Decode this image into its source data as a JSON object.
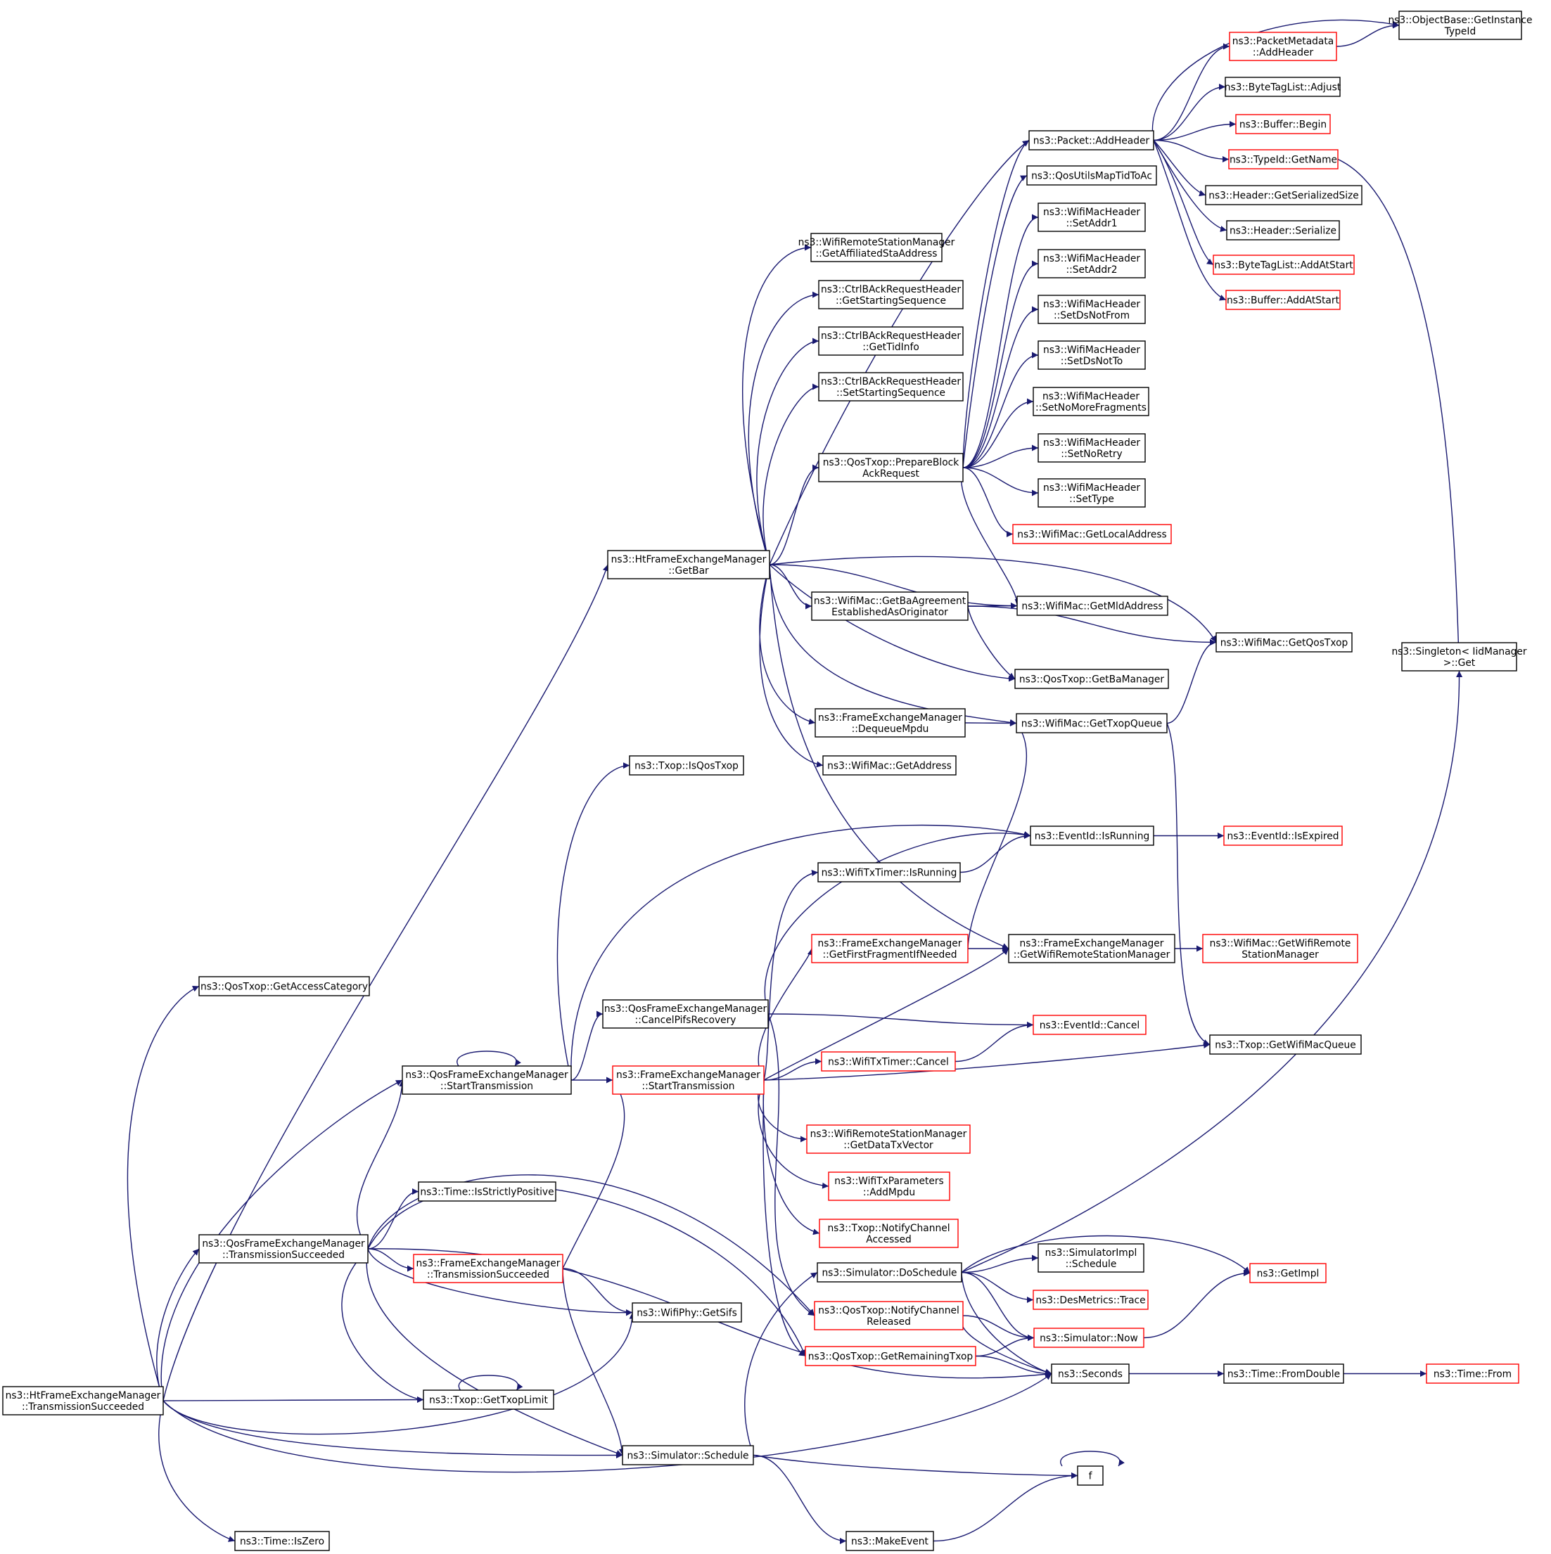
{
  "colors": {
    "edge": "#191970",
    "node_border_normal": "#000000",
    "node_border_truncated": "#ff0000",
    "root_fill": "#bfbfbf"
  },
  "nodes": [
    {
      "id": "root",
      "lines": [
        "ns3::HtFrameExchangeManager",
        "::TransmissionSucceeded"
      ],
      "style": "root"
    },
    {
      "id": "getAccessCategory",
      "lines": [
        "ns3::QosTxop::GetAccessCategory"
      ],
      "style": "normal"
    },
    {
      "id": "getBar",
      "lines": [
        "ns3::HtFrameExchangeManager",
        "::GetBar"
      ],
      "style": "normal"
    },
    {
      "id": "getAffiliated",
      "lines": [
        "ns3::WifiRemoteStationManager",
        "::GetAffiliatedStaAddress"
      ],
      "style": "normal"
    },
    {
      "id": "getStartingSeq",
      "lines": [
        "ns3::CtrlBAckRequestHeader",
        "::GetStartingSequence"
      ],
      "style": "normal"
    },
    {
      "id": "getTidInfo",
      "lines": [
        "ns3::CtrlBAckRequestHeader",
        "::GetTidInfo"
      ],
      "style": "normal"
    },
    {
      "id": "setStartingSeq",
      "lines": [
        "ns3::CtrlBAckRequestHeader",
        "::SetStartingSequence"
      ],
      "style": "normal"
    },
    {
      "id": "prepareBar",
      "lines": [
        "ns3::QosTxop::PrepareBlock",
        "AckRequest"
      ],
      "style": "normal"
    },
    {
      "id": "packetAddHeader",
      "lines": [
        "ns3::Packet::AddHeader"
      ],
      "style": "normal"
    },
    {
      "id": "pmAddHeader",
      "lines": [
        "ns3::PacketMetadata",
        "::AddHeader"
      ],
      "style": "truncated"
    },
    {
      "id": "objGetInstance",
      "lines": [
        "ns3::ObjectBase::GetInstance",
        "TypeId"
      ],
      "style": "normal"
    },
    {
      "id": "btlAdjust",
      "lines": [
        "ns3::ByteTagList::Adjust"
      ],
      "style": "normal"
    },
    {
      "id": "bufBegin",
      "lines": [
        "ns3::Buffer::Begin"
      ],
      "style": "truncated"
    },
    {
      "id": "typeIdGetName",
      "lines": [
        "ns3::TypeId::GetName"
      ],
      "style": "truncated"
    },
    {
      "id": "hdrGetSerSize",
      "lines": [
        "ns3::Header::GetSerializedSize"
      ],
      "style": "normal"
    },
    {
      "id": "hdrSerialize",
      "lines": [
        "ns3::Header::Serialize"
      ],
      "style": "normal"
    },
    {
      "id": "btlAddAtStart",
      "lines": [
        "ns3::ByteTagList::AddAtStart"
      ],
      "style": "truncated"
    },
    {
      "id": "bufAddAtStart",
      "lines": [
        "ns3::Buffer::AddAtStart"
      ],
      "style": "truncated"
    },
    {
      "id": "qosMapTid",
      "lines": [
        "ns3::QosUtilsMapTidToAc"
      ],
      "style": "normal"
    },
    {
      "id": "setAddr1",
      "lines": [
        "ns3::WifiMacHeader",
        "::SetAddr1"
      ],
      "style": "normal"
    },
    {
      "id": "setAddr2",
      "lines": [
        "ns3::WifiMacHeader",
        "::SetAddr2"
      ],
      "style": "normal"
    },
    {
      "id": "setDsNotFrom",
      "lines": [
        "ns3::WifiMacHeader",
        "::SetDsNotFrom"
      ],
      "style": "normal"
    },
    {
      "id": "setDsNotTo",
      "lines": [
        "ns3::WifiMacHeader",
        "::SetDsNotTo"
      ],
      "style": "normal"
    },
    {
      "id": "setNoMoreFrag",
      "lines": [
        "ns3::WifiMacHeader",
        "::SetNoMoreFragments"
      ],
      "style": "normal"
    },
    {
      "id": "setNoRetry",
      "lines": [
        "ns3::WifiMacHeader",
        "::SetNoRetry"
      ],
      "style": "normal"
    },
    {
      "id": "setType",
      "lines": [
        "ns3::WifiMacHeader",
        "::SetType"
      ],
      "style": "normal"
    },
    {
      "id": "getLocalAddr",
      "lines": [
        "ns3::WifiMac::GetLocalAddress"
      ],
      "style": "truncated"
    },
    {
      "id": "getBaAgreement",
      "lines": [
        "ns3::WifiMac::GetBaAgreement",
        "EstablishedAsOriginator"
      ],
      "style": "normal"
    },
    {
      "id": "getMldAddr",
      "lines": [
        "ns3::WifiMac::GetMldAddress"
      ],
      "style": "normal"
    },
    {
      "id": "getQosTxop",
      "lines": [
        "ns3::WifiMac::GetQosTxop"
      ],
      "style": "normal"
    },
    {
      "id": "getBaManager",
      "lines": [
        "ns3::QosTxop::GetBaManager"
      ],
      "style": "normal"
    },
    {
      "id": "dequeueMpdu",
      "lines": [
        "ns3::FrameExchangeManager",
        "::DequeueMpdu"
      ],
      "style": "normal"
    },
    {
      "id": "getTxopQueue",
      "lines": [
        "ns3::WifiMac::GetTxopQueue"
      ],
      "style": "normal"
    },
    {
      "id": "getAddress",
      "lines": [
        "ns3::WifiMac::GetAddress"
      ],
      "style": "normal"
    },
    {
      "id": "singletonGet",
      "lines": [
        "ns3::Singleton< IidManager",
        " >::Get"
      ],
      "style": "normal"
    },
    {
      "id": "isQosTxop",
      "lines": [
        "ns3::Txop::IsQosTxop"
      ],
      "style": "normal"
    },
    {
      "id": "eventIsRunning",
      "lines": [
        "ns3::EventId::IsRunning"
      ],
      "style": "normal"
    },
    {
      "id": "eventIsExpired",
      "lines": [
        "ns3::EventId::IsExpired"
      ],
      "style": "truncated"
    },
    {
      "id": "timerIsRunning",
      "lines": [
        "ns3::WifiTxTimer::IsRunning"
      ],
      "style": "normal"
    },
    {
      "id": "getFirstFragment",
      "lines": [
        "ns3::FrameExchangeManager",
        "::GetFirstFragmentIfNeeded"
      ],
      "style": "truncated"
    },
    {
      "id": "getWrsm",
      "lines": [
        "ns3::FrameExchangeManager",
        "::GetWifiRemoteStationManager"
      ],
      "style": "normal"
    },
    {
      "id": "macGetWrsm",
      "lines": [
        "ns3::WifiMac::GetWifiRemote",
        "StationManager"
      ],
      "style": "truncated"
    },
    {
      "id": "cancelPifs",
      "lines": [
        "ns3::QosFrameExchangeManager",
        "::CancelPifsRecovery"
      ],
      "style": "normal"
    },
    {
      "id": "eventCancel",
      "lines": [
        "ns3::EventId::Cancel"
      ],
      "style": "truncated"
    },
    {
      "id": "qosStartTx",
      "lines": [
        "ns3::QosFrameExchangeManager",
        "::StartTransmission"
      ],
      "style": "normal"
    },
    {
      "id": "femStartTx",
      "lines": [
        "ns3::FrameExchangeManager",
        "::StartTransmission"
      ],
      "style": "truncated"
    },
    {
      "id": "timerCancel",
      "lines": [
        "ns3::WifiTxTimer::Cancel"
      ],
      "style": "truncated"
    },
    {
      "id": "getWifiMacQueue",
      "lines": [
        "ns3::Txop::GetWifiMacQueue"
      ],
      "style": "normal"
    },
    {
      "id": "getDataTxVector",
      "lines": [
        "ns3::WifiRemoteStationManager",
        "::GetDataTxVector"
      ],
      "style": "truncated"
    },
    {
      "id": "addMpdu",
      "lines": [
        "ns3::WifiTxParameters",
        "::AddMpdu"
      ],
      "style": "truncated"
    },
    {
      "id": "notifyAccessed",
      "lines": [
        "ns3::Txop::NotifyChannel",
        "Accessed"
      ],
      "style": "truncated"
    },
    {
      "id": "isStrictlyPos",
      "lines": [
        "ns3::Time::IsStrictlyPositive"
      ],
      "style": "normal"
    },
    {
      "id": "qosTxSucc",
      "lines": [
        "ns3::QosFrameExchangeManager",
        "::TransmissionSucceeded"
      ],
      "style": "normal"
    },
    {
      "id": "femTxSucc",
      "lines": [
        "ns3::FrameExchangeManager",
        "::TransmissionSucceeded"
      ],
      "style": "truncated"
    },
    {
      "id": "doSchedule",
      "lines": [
        "ns3::Simulator::DoSchedule"
      ],
      "style": "normal"
    },
    {
      "id": "implSchedule",
      "lines": [
        "ns3::SimulatorImpl",
        "::Schedule"
      ],
      "style": "normal"
    },
    {
      "id": "getImpl",
      "lines": [
        "ns3::GetImpl"
      ],
      "style": "truncated"
    },
    {
      "id": "desTrace",
      "lines": [
        "ns3::DesMetrics::Trace"
      ],
      "style": "truncated"
    },
    {
      "id": "notifyReleased",
      "lines": [
        "ns3::QosTxop::NotifyChannel",
        "Released"
      ],
      "style": "truncated"
    },
    {
      "id": "simNow",
      "lines": [
        "ns3::Simulator::Now"
      ],
      "style": "truncated"
    },
    {
      "id": "getSifs",
      "lines": [
        "ns3::WifiPhy::GetSifs"
      ],
      "style": "normal"
    },
    {
      "id": "getRemainingTxop",
      "lines": [
        "ns3::QosTxop::GetRemainingTxop"
      ],
      "style": "truncated"
    },
    {
      "id": "seconds",
      "lines": [
        "ns3::Seconds"
      ],
      "style": "normal"
    },
    {
      "id": "fromDouble",
      "lines": [
        "ns3::Time::FromDouble"
      ],
      "style": "normal"
    },
    {
      "id": "timeFrom",
      "lines": [
        "ns3::Time::From"
      ],
      "style": "truncated"
    },
    {
      "id": "getTxopLimit",
      "lines": [
        "ns3::Txop::GetTxopLimit"
      ],
      "style": "normal"
    },
    {
      "id": "simSchedule",
      "lines": [
        "ns3::Simulator::Schedule"
      ],
      "style": "normal"
    },
    {
      "id": "f",
      "lines": [
        "f"
      ],
      "style": "normal"
    },
    {
      "id": "makeEvent",
      "lines": [
        "ns3::MakeEvent"
      ],
      "style": "normal"
    },
    {
      "id": "isZero",
      "lines": [
        "ns3::Time::IsZero"
      ],
      "style": "normal"
    }
  ],
  "edges": [
    [
      "root",
      "getAccessCategory"
    ],
    [
      "root",
      "getBar"
    ],
    [
      "root",
      "qosStartTx"
    ],
    [
      "root",
      "qosTxSucc"
    ],
    [
      "root",
      "getSifs"
    ],
    [
      "root",
      "getTxopLimit"
    ],
    [
      "root",
      "simSchedule"
    ],
    [
      "root",
      "seconds"
    ],
    [
      "root",
      "isZero"
    ],
    [
      "getBar",
      "getAffiliated"
    ],
    [
      "getBar",
      "getStartingSeq"
    ],
    [
      "getBar",
      "getTidInfo"
    ],
    [
      "getBar",
      "setStartingSeq"
    ],
    [
      "getBar",
      "packetAddHeader"
    ],
    [
      "getBar",
      "prepareBar"
    ],
    [
      "getBar",
      "getBaAgreement"
    ],
    [
      "getBar",
      "getMldAddr"
    ],
    [
      "getBar",
      "getQosTxop"
    ],
    [
      "getBar",
      "getBaManager"
    ],
    [
      "getBar",
      "dequeueMpdu"
    ],
    [
      "getBar",
      "getTxopQueue"
    ],
    [
      "getBar",
      "getAddress"
    ],
    [
      "getBar",
      "getWrsm"
    ],
    [
      "prepareBar",
      "packetAddHeader"
    ],
    [
      "prepareBar",
      "qosMapTid"
    ],
    [
      "prepareBar",
      "setAddr1"
    ],
    [
      "prepareBar",
      "setAddr2"
    ],
    [
      "prepareBar",
      "setDsNotFrom"
    ],
    [
      "prepareBar",
      "setDsNotTo"
    ],
    [
      "prepareBar",
      "setNoMoreFrag"
    ],
    [
      "prepareBar",
      "setNoRetry"
    ],
    [
      "prepareBar",
      "setType"
    ],
    [
      "prepareBar",
      "getLocalAddr"
    ],
    [
      "prepareBar",
      "getMldAddr"
    ],
    [
      "packetAddHeader",
      "objGetInstance"
    ],
    [
      "packetAddHeader",
      "pmAddHeader"
    ],
    [
      "packetAddHeader",
      "btlAdjust"
    ],
    [
      "packetAddHeader",
      "bufBegin"
    ],
    [
      "packetAddHeader",
      "typeIdGetName"
    ],
    [
      "packetAddHeader",
      "hdrGetSerSize"
    ],
    [
      "packetAddHeader",
      "hdrSerialize"
    ],
    [
      "packetAddHeader",
      "btlAddAtStart"
    ],
    [
      "packetAddHeader",
      "bufAddAtStart"
    ],
    [
      "pmAddHeader",
      "objGetInstance"
    ],
    [
      "typeIdGetName",
      "singletonGet"
    ],
    [
      "getBaAgreement",
      "getMldAddr"
    ],
    [
      "getBaAgreement",
      "getQosTxop"
    ],
    [
      "getBaAgreement",
      "getBaManager"
    ],
    [
      "dequeueMpdu",
      "getTxopQueue"
    ],
    [
      "getTxopQueue",
      "getQosTxop"
    ],
    [
      "getTxopQueue",
      "getWifiMacQueue"
    ],
    [
      "eventIsRunning",
      "eventIsExpired"
    ],
    [
      "timerIsRunning",
      "eventIsRunning"
    ],
    [
      "getFirstFragment",
      "getTxopQueue"
    ],
    [
      "getFirstFragment",
      "getWrsm"
    ],
    [
      "getWrsm",
      "macGetWrsm"
    ],
    [
      "cancelPifs",
      "eventIsRunning"
    ],
    [
      "cancelPifs",
      "eventCancel"
    ],
    [
      "cancelPifs",
      "notifyReleased"
    ],
    [
      "qosStartTx",
      "qosStartTx"
    ],
    [
      "qosStartTx",
      "isQosTxop"
    ],
    [
      "qosStartTx",
      "eventIsRunning"
    ],
    [
      "qosStartTx",
      "cancelPifs"
    ],
    [
      "qosStartTx",
      "femStartTx"
    ],
    [
      "femStartTx",
      "timerIsRunning"
    ],
    [
      "femStartTx",
      "getFirstFragment"
    ],
    [
      "femStartTx",
      "getWrsm"
    ],
    [
      "femStartTx",
      "timerCancel"
    ],
    [
      "femStartTx",
      "getWifiMacQueue"
    ],
    [
      "femStartTx",
      "getDataTxVector"
    ],
    [
      "femStartTx",
      "addMpdu"
    ],
    [
      "femStartTx",
      "notifyAccessed"
    ],
    [
      "femStartTx",
      "getRemainingTxop"
    ],
    [
      "timerCancel",
      "eventCancel"
    ],
    [
      "qosTxSucc",
      "qosStartTx"
    ],
    [
      "qosTxSucc",
      "isStrictlyPos"
    ],
    [
      "qosTxSucc",
      "femTxSucc"
    ],
    [
      "qosTxSucc",
      "getSifs"
    ],
    [
      "qosTxSucc",
      "getTxopLimit"
    ],
    [
      "qosTxSucc",
      "simSchedule"
    ],
    [
      "qosTxSucc",
      "notifyReleased"
    ],
    [
      "qosTxSucc",
      "getRemainingTxop"
    ],
    [
      "qosTxSucc",
      "seconds"
    ],
    [
      "femTxSucc",
      "femStartTx"
    ],
    [
      "femTxSucc",
      "getSifs"
    ],
    [
      "femTxSucc",
      "simSchedule"
    ],
    [
      "getTxopLimit",
      "getTxopLimit"
    ],
    [
      "simSchedule",
      "doSchedule"
    ],
    [
      "simSchedule",
      "f"
    ],
    [
      "simSchedule",
      "makeEvent"
    ],
    [
      "doSchedule",
      "singletonGet"
    ],
    [
      "doSchedule",
      "getImpl"
    ],
    [
      "doSchedule",
      "implSchedule"
    ],
    [
      "doSchedule",
      "desTrace"
    ],
    [
      "doSchedule",
      "simNow"
    ],
    [
      "doSchedule",
      "seconds"
    ],
    [
      "notifyReleased",
      "simNow"
    ],
    [
      "notifyReleased",
      "seconds"
    ],
    [
      "getRemainingTxop",
      "simNow"
    ],
    [
      "getRemainingTxop",
      "seconds"
    ],
    [
      "simNow",
      "getImpl"
    ],
    [
      "seconds",
      "fromDouble"
    ],
    [
      "fromDouble",
      "timeFrom"
    ],
    [
      "makeEvent",
      "f"
    ],
    [
      "f",
      "f"
    ]
  ]
}
